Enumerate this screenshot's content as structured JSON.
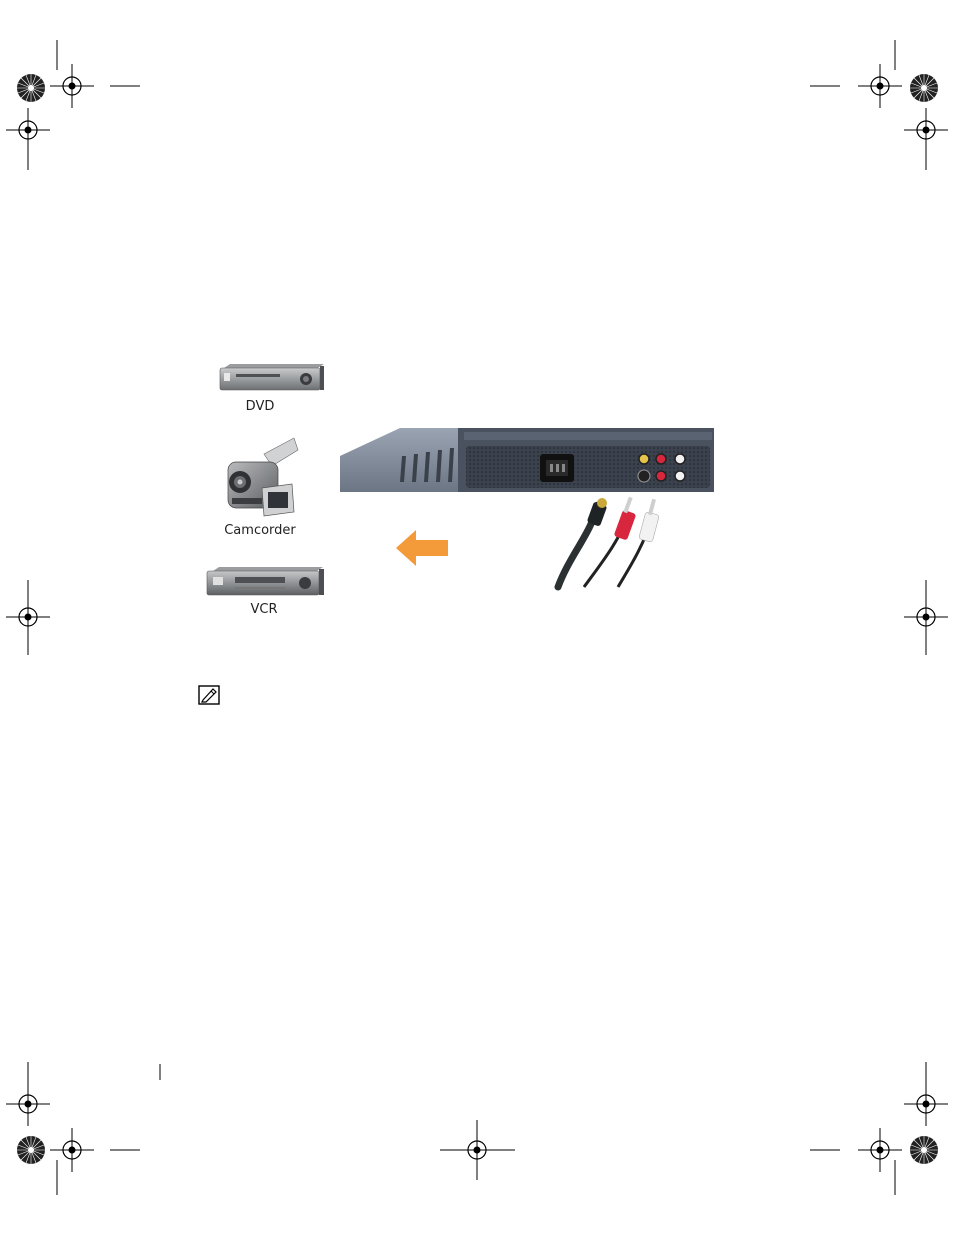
{
  "devices": {
    "dvd_label": "DVD",
    "camcorder_label": "Camcorder",
    "vcr_label": "VCR"
  },
  "colors": {
    "arrow": "#f39a3a",
    "panel": "#4a5260",
    "tv_side": "#7f8a99",
    "cable_red": "#d7263d",
    "cable_white": "#f2f2f2",
    "cable_black": "#2b3033"
  },
  "icons": {
    "note": "note-pencil-icon",
    "registration": "crosshair-registration-icon",
    "starburst": "starburst-registration-icon"
  }
}
